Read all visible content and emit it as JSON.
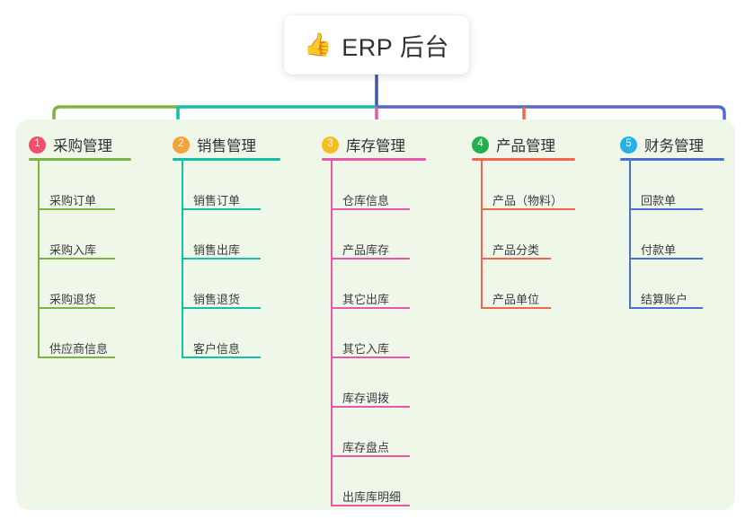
{
  "diagram": {
    "type": "org-tree",
    "root": {
      "icon": "thumbs-up-icon",
      "icon_glyph": "👍",
      "label": "ERP 后台"
    },
    "panel_color": "#eef7e8",
    "stem_color": "#4054b2",
    "bus_segments": [
      {
        "color": "#7cb342"
      },
      {
        "color": "#13bfa6"
      },
      {
        "color": "#5667c8"
      }
    ],
    "columns": [
      {
        "index": "1",
        "title": "采购管理",
        "badge_color": "#f2506a",
        "line_color": "#7cb342",
        "items": [
          "采购订单",
          "采购入库",
          "采购退货",
          "供应商信息"
        ]
      },
      {
        "index": "2",
        "title": "销售管理",
        "badge_color": "#f5a13c",
        "line_color": "#13bfa6",
        "items": [
          "销售订单",
          "销售出库",
          "销售退货",
          "客户信息"
        ]
      },
      {
        "index": "3",
        "title": "库存管理",
        "badge_color": "#f5bd24",
        "line_color": "#e957a8",
        "items": [
          "仓库信息",
          "产品库存",
          "其它出库",
          "其它入库",
          "库存调拨",
          "库存盘点",
          "出库库明细"
        ]
      },
      {
        "index": "4",
        "title": "产品管理",
        "badge_color": "#21b04b",
        "line_color": "#f4664a",
        "items": [
          "产品（物料）",
          "产品分类",
          "产品单位"
        ]
      },
      {
        "index": "5",
        "title": "财务管理",
        "badge_color": "#26b2e8",
        "line_color": "#4a6fd1",
        "items": [
          "回款单",
          "付款单",
          "结算账户"
        ]
      }
    ]
  }
}
